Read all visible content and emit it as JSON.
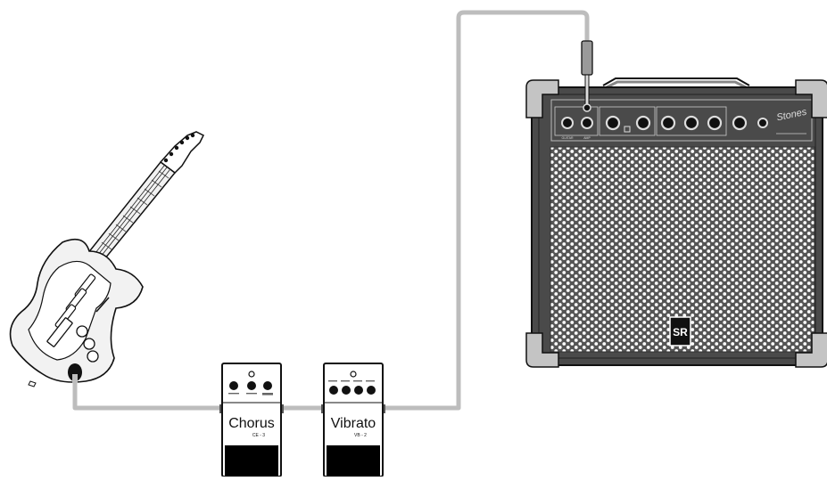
{
  "pedals": {
    "chorus": {
      "name": "Chorus",
      "model": "CE - 3"
    },
    "vibrato": {
      "name": "Vibrato",
      "model": "VB - 2"
    }
  },
  "amp": {
    "brand_script": "Stones",
    "logo_letters": "SR",
    "panel_labels": [
      "GUITAR",
      "AMP"
    ]
  },
  "colors": {
    "cable": "#bdbdbd",
    "amp_body": "#4a4a4a",
    "amp_corner": "#c4c4c4",
    "outline": "#111111",
    "pedal_body": "#ffffff",
    "pedal_footswitch": "#000000"
  },
  "icons": [
    "guitar-icon",
    "chorus-pedal-icon",
    "vibrato-pedal-icon",
    "amplifier-icon"
  ]
}
